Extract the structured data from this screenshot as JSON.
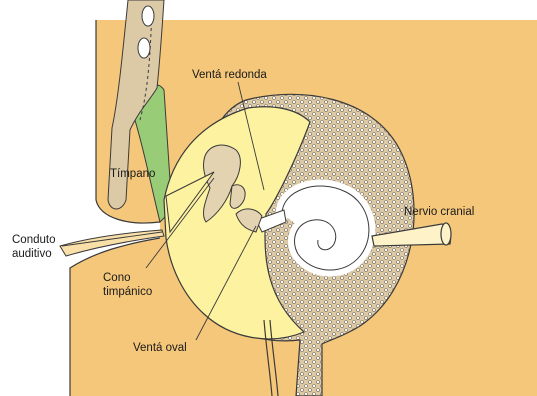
{
  "labels": {
    "round_window": "Ventá redonda",
    "eardrum": "Tímpano",
    "cranial_nerve": "Nervio cranial",
    "ear_canal_line1": "Conduto",
    "ear_canal_line2": "auditivo",
    "tympanic_cone_line1": "Cono",
    "tympanic_cone_line2": "timpánico",
    "oval_window": "Ventá oval"
  },
  "colors": {
    "skin": "#f5c77a",
    "middle_ear": "#fdf2a0",
    "bone": "#dcc9a6",
    "dots": "#8a7a66",
    "membrane_green": "#99cc77",
    "inner_fluid": "#ffffff",
    "stroke": "#3a3a3a"
  }
}
